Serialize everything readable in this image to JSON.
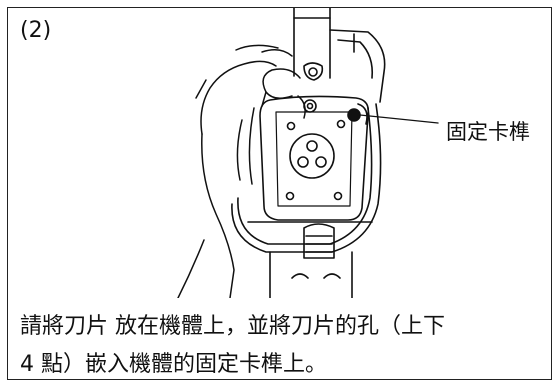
{
  "figure": {
    "step_label": "(2)",
    "callout_label": "固定卡榫",
    "instruction": [
      "請將刀片 放在機體上，並將刀片的孔（上下",
      "4 點）嵌入機體的固定卡榫上。"
    ]
  }
}
